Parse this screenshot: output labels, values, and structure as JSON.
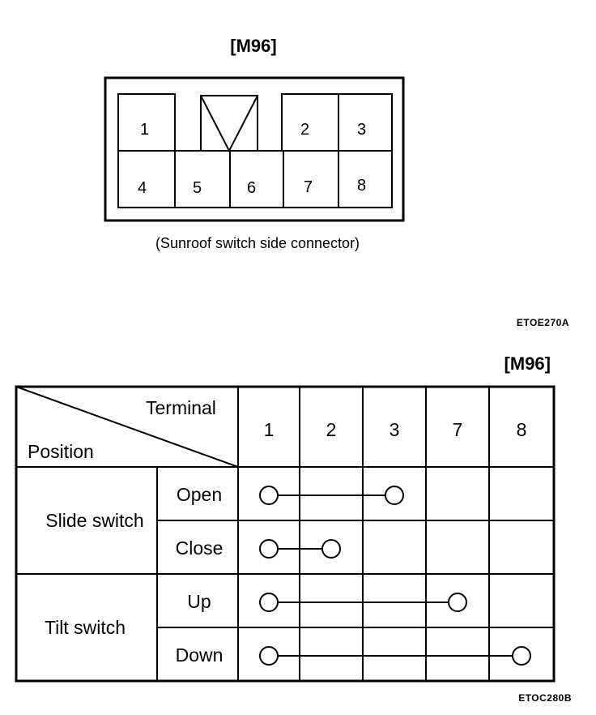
{
  "connector": {
    "title": "[M96]",
    "caption": "(Sunroof switch side connector)",
    "pins": {
      "p1": "1",
      "p2": "2",
      "p3": "3",
      "p4": "4",
      "p5": "5",
      "p6": "6",
      "p7": "7",
      "p8": "8"
    },
    "code": "ETOE270A"
  },
  "table": {
    "title": "[M96]",
    "header_terminal": "Terminal",
    "header_position": "Position",
    "terminals": [
      "1",
      "2",
      "3",
      "7",
      "8"
    ],
    "groups": [
      {
        "label": "Slide switch",
        "rows": [
          {
            "label": "Open",
            "from": 0,
            "to": 2
          },
          {
            "label": "Close",
            "from": 0,
            "to": 1
          }
        ]
      },
      {
        "label": "Tilt switch",
        "rows": [
          {
            "label": "Up",
            "from": 0,
            "to": 3
          },
          {
            "label": "Down",
            "from": 0,
            "to": 4
          }
        ]
      }
    ],
    "code": "ETOC280B"
  }
}
